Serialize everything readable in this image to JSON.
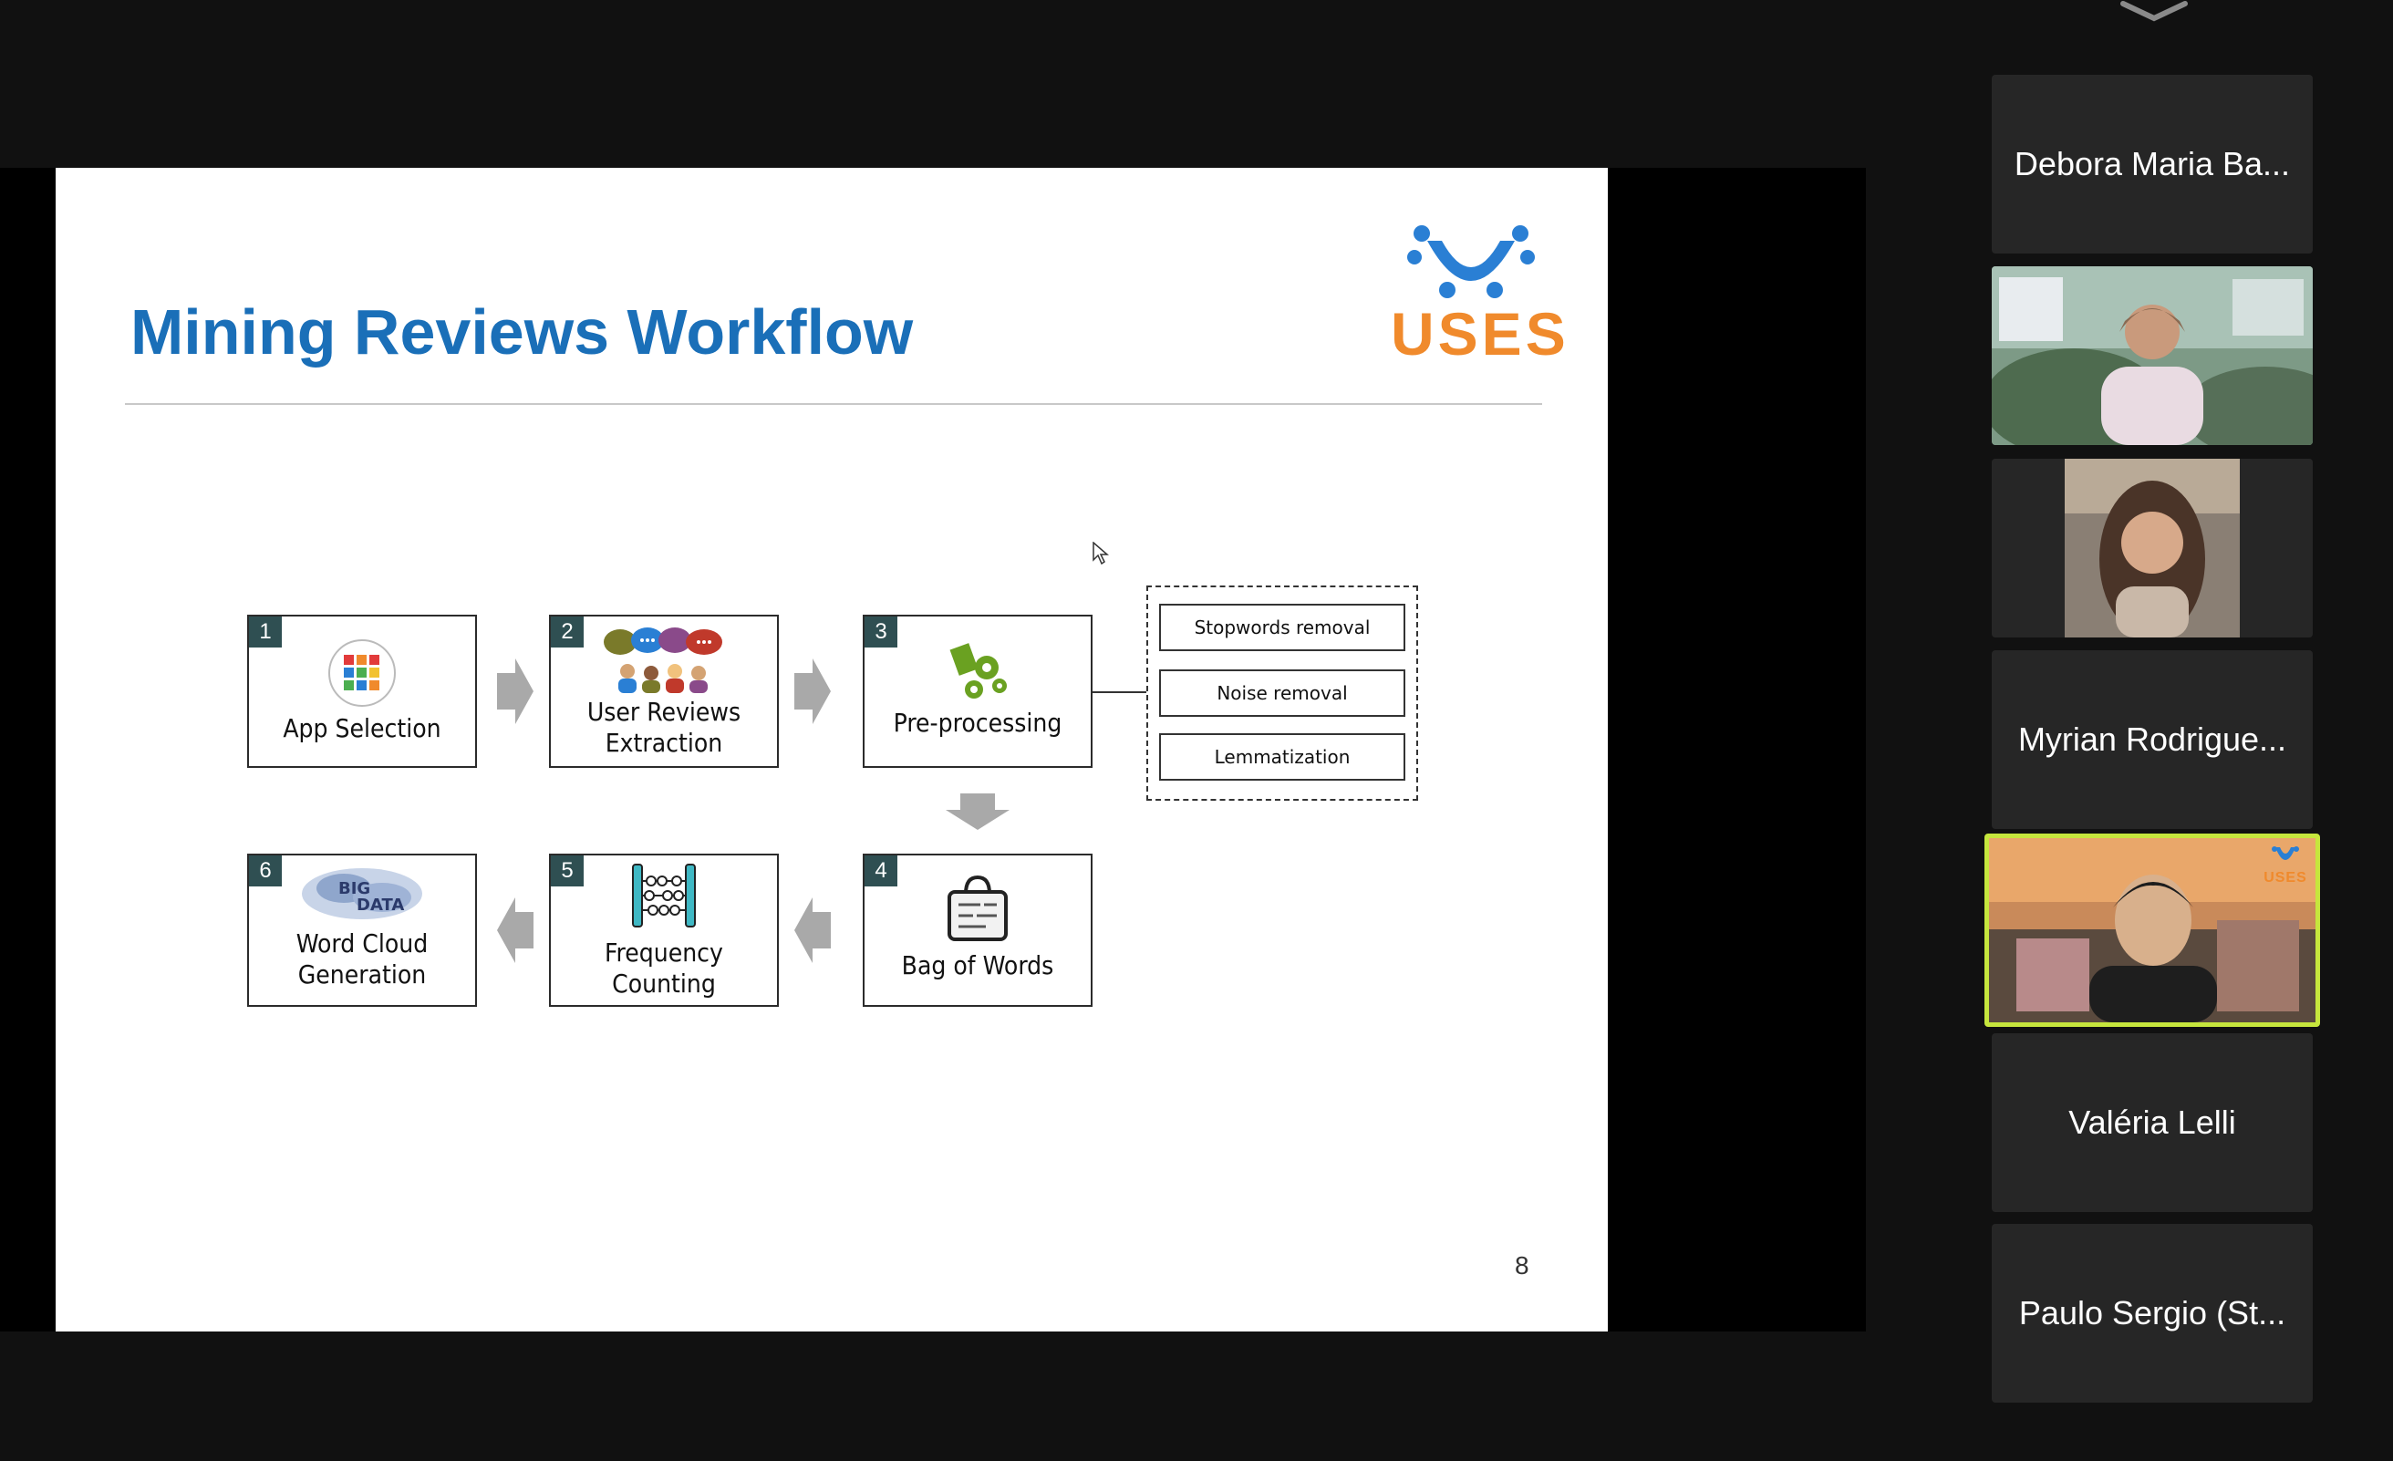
{
  "slide": {
    "title": "Mining Reviews Workflow",
    "logo_text": "USES",
    "page_number": "8",
    "steps": [
      {
        "number": "1",
        "label": "App Selection",
        "icon": "app-grid-icon"
      },
      {
        "number": "2",
        "label": "User Reviews\nExtraction",
        "icon": "people-speech-bubbles-icon"
      },
      {
        "number": "3",
        "label": "Pre-processing",
        "icon": "gears-document-icon"
      },
      {
        "number": "4",
        "label": "Bag of Words",
        "icon": "bag-of-words-icon"
      },
      {
        "number": "5",
        "label": "Frequency\nCounting",
        "icon": "abacus-icon"
      },
      {
        "number": "6",
        "label": "Word Cloud\nGeneration",
        "icon": "word-cloud-icon"
      }
    ],
    "preprocessing_steps": [
      "Stopwords removal",
      "Noise removal",
      "Lemmatization"
    ]
  },
  "participants": [
    {
      "name": "Debora Maria Ba...",
      "video": false
    },
    {
      "name": "",
      "video": true
    },
    {
      "name": "",
      "video": true
    },
    {
      "name": "Myrian Rodrigue...",
      "video": false
    },
    {
      "name": "",
      "video": true,
      "active_speaker": true,
      "overlay_logo": "USES"
    },
    {
      "name": "Valéria Lelli",
      "video": false
    },
    {
      "name": "Paulo Sergio (St...",
      "video": false
    }
  ],
  "colors": {
    "title_blue": "#1a6fb8",
    "logo_blue": "#2a7fd4",
    "logo_orange": "#f08a2c",
    "step_number_bg": "#2f4f52",
    "active_speaker_border": "#c6e63d",
    "app_background": "#111111",
    "tile_background": "#262626"
  }
}
